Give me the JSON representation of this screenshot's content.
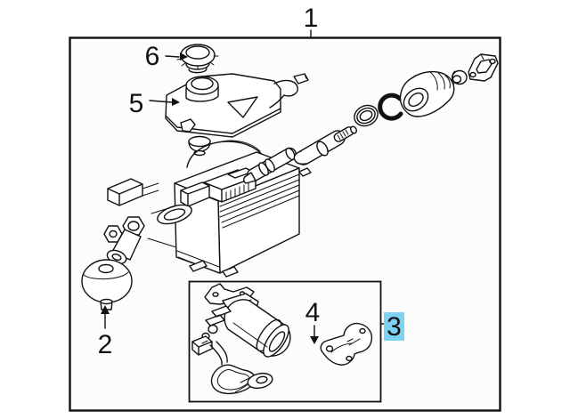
{
  "diagram": {
    "background_color": "#ffffff",
    "line_color": "#111111",
    "box_fill": "#fcfcfc",
    "highlight": {
      "bg": "#7dd2f1",
      "text": "#15617f"
    },
    "callouts": {
      "c1": {
        "label": "1",
        "highlighted": false
      },
      "c2": {
        "label": "2",
        "highlighted": false
      },
      "c3": {
        "label": "3",
        "highlighted": true
      },
      "c4": {
        "label": "4",
        "highlighted": false
      },
      "c5": {
        "label": "5",
        "highlighted": false
      },
      "c6": {
        "label": "6",
        "highlighted": false
      }
    }
  }
}
